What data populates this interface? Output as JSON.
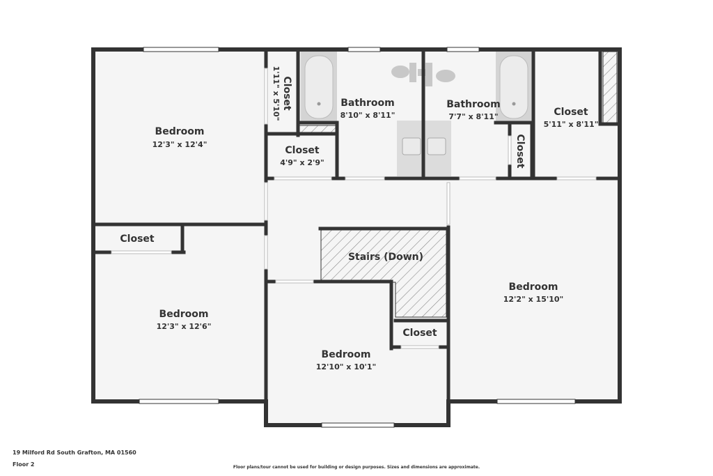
{
  "address": "19 Milford Rd South Grafton, MA 01560",
  "floor": "Floor 2",
  "disclaimer": "Floor plans/tour cannot be used for building or design purposes. Sizes and dimensions are approximate.",
  "rooms": {
    "bedroom_nw": {
      "name": "Bedroom",
      "dims": "12'3\" x 12'4\""
    },
    "bedroom_sw": {
      "name": "Bedroom",
      "dims": "12'3\" x 12'6\""
    },
    "bedroom_center": {
      "name": "Bedroom",
      "dims": "12'10\" x 10'1\""
    },
    "bedroom_east": {
      "name": "Bedroom",
      "dims": "12'2\" x 15'10\""
    },
    "bathroom_1": {
      "name": "Bathroom",
      "dims": "8'10\" x 8'11\""
    },
    "bathroom_2": {
      "name": "Bathroom",
      "dims": "7'7\" x 8'11\""
    },
    "closet_vertical": {
      "name": "Closet",
      "dims": "1'11\" x 5'10\""
    },
    "closet_hall": {
      "name": "Closet",
      "dims": "4'9\" x 2'9\""
    },
    "closet_ne": {
      "name": "Closet",
      "dims": "5'11\" x 8'11\""
    },
    "closet_bath2": {
      "name": "Closet"
    },
    "closet_sw": {
      "name": "Closet"
    },
    "closet_center": {
      "name": "Closet"
    },
    "stairs": {
      "name": "Stairs (Down)"
    }
  },
  "colors": {
    "wall": "#333333",
    "floor": "#f5f5f5",
    "fixture": "#d4d4d4",
    "hatch": "#888888"
  }
}
